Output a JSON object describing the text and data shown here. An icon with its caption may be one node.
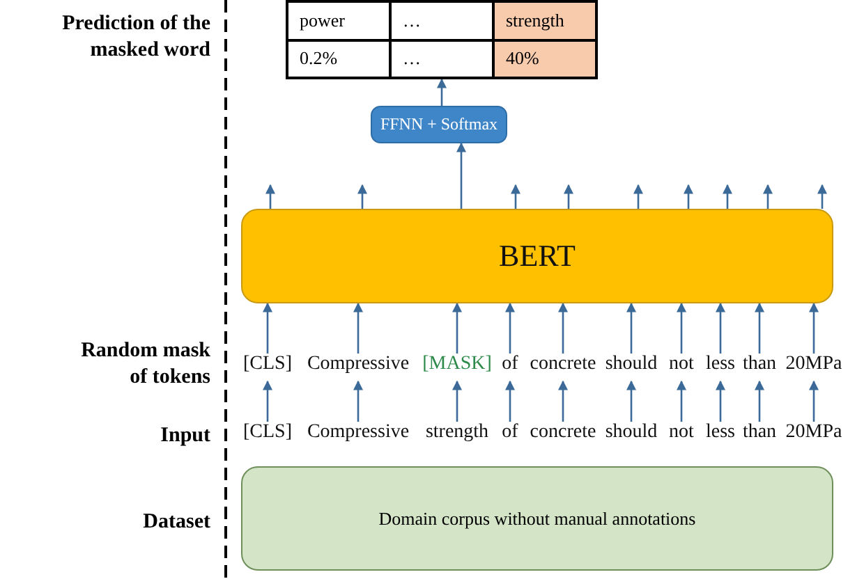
{
  "diagram": {
    "nodes": [
      {
        "text": [
          "power",
          "…",
          "strength",
          "0.2%",
          "…",
          "40%"
        ]
      },
      {
        "text": [
          "FFNN + Softmax"
        ]
      },
      {
        "text": [
          "BERT"
        ]
      },
      {
        "text": [
          "[CLS]"
        ]
      },
      {
        "text": [
          "Compressive"
        ]
      },
      {
        "text": [
          "[MASK]"
        ]
      },
      {
        "text": [
          "of"
        ]
      },
      {
        "text": [
          "concrete"
        ]
      },
      {
        "text": [
          "should"
        ]
      },
      {
        "text": [
          "not"
        ]
      },
      {
        "text": [
          "less"
        ]
      },
      {
        "text": [
          "than"
        ]
      },
      {
        "text": [
          "20MPa"
        ]
      },
      {
        "text": [
          "[CLS]"
        ]
      },
      {
        "text": [
          "Compressive"
        ]
      },
      {
        "text": [
          "strength"
        ]
      },
      {
        "text": [
          "of"
        ]
      },
      {
        "text": [
          "concrete"
        ]
      },
      {
        "text": [
          "should"
        ]
      },
      {
        "text": [
          "not"
        ]
      },
      {
        "text": [
          "less"
        ]
      },
      {
        "text": [
          "than"
        ]
      },
      {
        "text": [
          "20MPa"
        ]
      },
      {
        "text": [
          "Domain corpus without manual annotations"
        ]
      }
    ],
    "edges": [
      {
        "from": 1,
        "to": 0,
        "arrow": "to"
      },
      {
        "from": 2,
        "to": 1,
        "arrow": "to"
      },
      {
        "from": 2,
        "to": null,
        "arrow": "to"
      },
      {
        "from": 2,
        "to": null,
        "arrow": "to"
      },
      {
        "from": 2,
        "to": null,
        "arrow": "to"
      },
      {
        "from": 2,
        "to": null,
        "arrow": "to"
      },
      {
        "from": 2,
        "to": null,
        "arrow": "to"
      },
      {
        "from": 2,
        "to": null,
        "arrow": "to"
      },
      {
        "from": 2,
        "to": null,
        "arrow": "to"
      },
      {
        "from": 2,
        "to": null,
        "arrow": "to"
      },
      {
        "from": 2,
        "to": null,
        "arrow": "to"
      },
      {
        "from": 3,
        "to": 2,
        "arrow": "to"
      },
      {
        "from": 4,
        "to": 2,
        "arrow": "to"
      },
      {
        "from": 5,
        "to": 2,
        "arrow": "to"
      },
      {
        "from": 6,
        "to": 2,
        "arrow": "to"
      },
      {
        "from": 7,
        "to": 2,
        "arrow": "to"
      },
      {
        "from": 8,
        "to": 2,
        "arrow": "to"
      },
      {
        "from": 9,
        "to": 2,
        "arrow": "to"
      },
      {
        "from": 10,
        "to": 2,
        "arrow": "to"
      },
      {
        "from": 11,
        "to": 2,
        "arrow": "to"
      },
      {
        "from": 12,
        "to": 2,
        "arrow": "to"
      },
      {
        "from": 13,
        "to": 3,
        "arrow": "to"
      },
      {
        "from": 14,
        "to": 4,
        "arrow": "to"
      },
      {
        "from": 15,
        "to": 5,
        "arrow": "to"
      },
      {
        "from": 16,
        "to": 6,
        "arrow": "to"
      },
      {
        "from": 17,
        "to": 7,
        "arrow": "to"
      },
      {
        "from": 18,
        "to": 8,
        "arrow": "to"
      },
      {
        "from": 19,
        "to": 9,
        "arrow": "to"
      },
      {
        "from": 20,
        "to": 10,
        "arrow": "to"
      },
      {
        "from": 21,
        "to": 11,
        "arrow": "to"
      },
      {
        "from": 22,
        "to": 12,
        "arrow": "to"
      }
    ],
    "labels": [
      "Prediction of the masked word",
      "Random mask of tokens",
      "Input",
      "Dataset"
    ]
  }
}
